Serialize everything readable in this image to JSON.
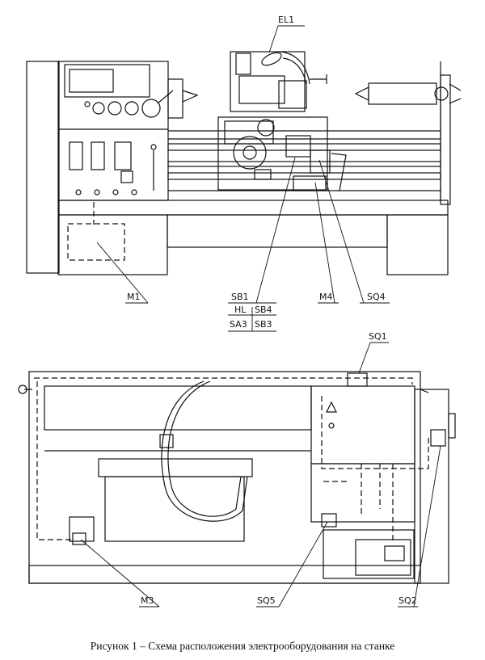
{
  "labels": {
    "el1": "EL1",
    "m1": "M1",
    "sb1": "SB1",
    "hl": "HL",
    "sb4": "SB4",
    "sa3": "SA3",
    "sb3": "SB3",
    "m4": "M4",
    "sq4": "SQ4",
    "sq1": "SQ1",
    "m3": "M3",
    "sq5": "SQ5",
    "sq2": "SQ2"
  },
  "caption": "Рисунок 1 – Схема расположения электрооборудования на станке"
}
